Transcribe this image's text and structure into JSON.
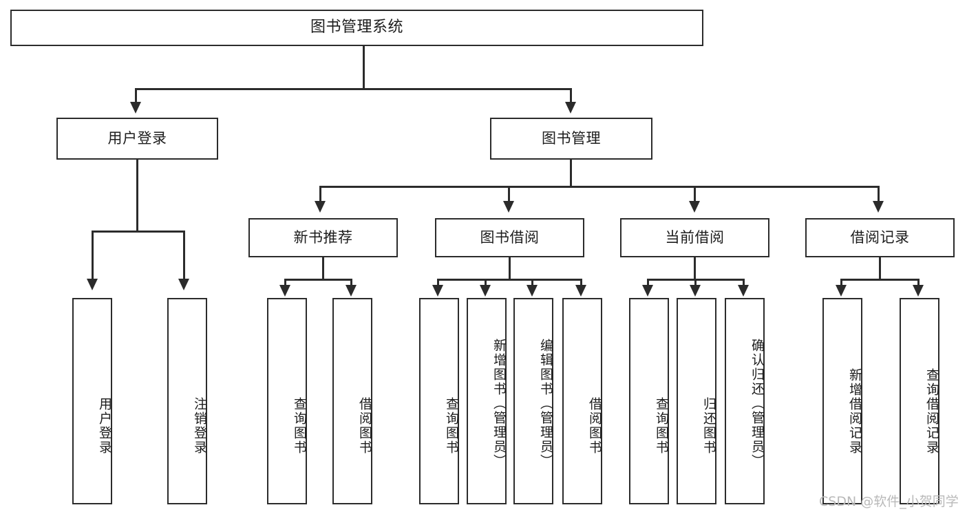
{
  "diagram": {
    "title": "图书管理系统",
    "type": "功能结构图",
    "watermark": "CSDN @软件_小贺同学",
    "colors": {
      "stroke": "#2b2b2b",
      "fill": "#ffffff",
      "text": "#1c1c1c",
      "watermark": "#b9b9b9"
    },
    "root": {
      "label": "图书管理系统"
    },
    "level2": [
      {
        "id": "user-login",
        "label": "用户登录"
      },
      {
        "id": "book-manage",
        "label": "图书管理"
      }
    ],
    "level3": [
      {
        "id": "new-book-rec",
        "label": "新书推荐"
      },
      {
        "id": "book-borrow",
        "label": "图书借阅"
      },
      {
        "id": "current-borrow",
        "label": "当前借阅"
      },
      {
        "id": "borrow-record",
        "label": "借阅记录"
      }
    ],
    "leaves": {
      "user_login": [
        {
          "id": "leaf-user-login",
          "label": "用户登录"
        },
        {
          "id": "leaf-user-logout",
          "label": "注销登录"
        }
      ],
      "new_book_rec": [
        {
          "id": "leaf-query-book-1",
          "label": "查询图书"
        },
        {
          "id": "leaf-borrow-book-1",
          "label": "借阅图书"
        }
      ],
      "book_borrow": [
        {
          "id": "leaf-query-book-2",
          "label": "查询图书"
        },
        {
          "id": "leaf-add-book",
          "label": "新增图书（管理员）"
        },
        {
          "id": "leaf-edit-book",
          "label": "编辑图书（管理员）"
        },
        {
          "id": "leaf-borrow-book-2",
          "label": "借阅图书"
        }
      ],
      "current_borrow": [
        {
          "id": "leaf-query-book-3",
          "label": "查询图书"
        },
        {
          "id": "leaf-return-book",
          "label": "归还图书"
        },
        {
          "id": "leaf-confirm-return",
          "label": "确认归还（管理员）"
        }
      ],
      "borrow_record": [
        {
          "id": "leaf-add-record",
          "label": "新增借阅记录"
        },
        {
          "id": "leaf-query-record",
          "label": "查询借阅记录"
        }
      ]
    }
  }
}
